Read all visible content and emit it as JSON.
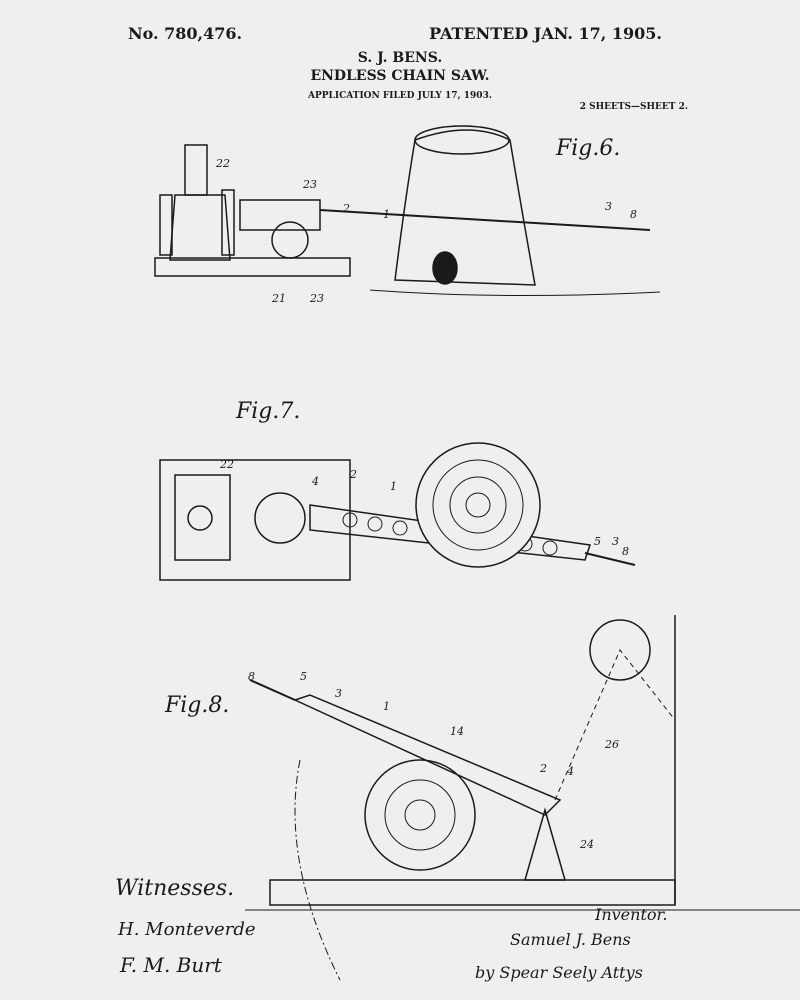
{
  "header": {
    "patent_number": "No. 780,476.",
    "patented_date": "PATENTED JAN. 17, 1905.",
    "inventor": "S. J. BENS.",
    "title": "ENDLESS CHAIN SAW.",
    "application": "APPLICATION FILED JULY 17, 1903.",
    "sheets": "2 SHEETS—SHEET 2."
  },
  "figures": {
    "fig6": {
      "label": "Fig.6.",
      "numerals": [
        "22",
        "23",
        "2",
        "1",
        "3",
        "8",
        "21",
        "23"
      ]
    },
    "fig7": {
      "label": "Fig.7.",
      "numerals": [
        "22",
        "2",
        "4",
        "1",
        "5",
        "3",
        "8"
      ]
    },
    "fig8": {
      "label": "Fig.8.",
      "numerals": [
        "8",
        "5",
        "3",
        "1",
        "14",
        "2",
        "4",
        "26",
        "24"
      ]
    }
  },
  "footer": {
    "witnesses_label": "Witnesses.",
    "witness_1": "H. Monteverde",
    "witness_2": "F. M. Burt",
    "inventor_label": "Inventor.",
    "inventor_signature": "Samuel J. Bens",
    "attorney_signature": "by Spear Seely Attys"
  }
}
